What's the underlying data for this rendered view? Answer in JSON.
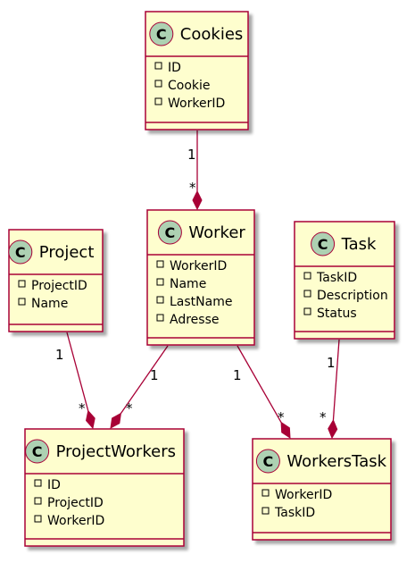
{
  "colors": {
    "box_fill": "#FEFECE",
    "border": "#A80036",
    "circle_fill": "#ADD1B2",
    "shadow": "#B0B0B0"
  },
  "classes": [
    {
      "name": "Cookies",
      "stereotype_letter": "C",
      "attributes": [
        "ID",
        "Cookie",
        "WorkerID"
      ]
    },
    {
      "name": "Project",
      "stereotype_letter": "C",
      "attributes": [
        "ProjectID",
        "Name"
      ]
    },
    {
      "name": "Worker",
      "stereotype_letter": "C",
      "attributes": [
        "WorkerID",
        "Name",
        "LastName",
        "Adresse"
      ]
    },
    {
      "name": "Task",
      "stereotype_letter": "C",
      "attributes": [
        "TaskID",
        "Description",
        "Status"
      ]
    },
    {
      "name": "ProjectWorkers",
      "stereotype_letter": "C",
      "attributes": [
        "ID",
        "ProjectID",
        "WorkerID"
      ]
    },
    {
      "name": "WorkersTask",
      "stereotype_letter": "C",
      "attributes": [
        "WorkerID",
        "TaskID"
      ]
    }
  ],
  "relations": [
    {
      "from": "Cookies",
      "to": "Worker",
      "from_mult": "1",
      "to_mult": "*",
      "type": "composition"
    },
    {
      "from": "Project",
      "to": "ProjectWorkers",
      "from_mult": "1",
      "to_mult": "*",
      "type": "composition"
    },
    {
      "from": "Worker",
      "to": "ProjectWorkers",
      "from_mult": "1",
      "to_mult": "*",
      "type": "composition"
    },
    {
      "from": "Worker",
      "to": "WorkersTask",
      "from_mult": "1",
      "to_mult": "*",
      "type": "composition"
    },
    {
      "from": "Task",
      "to": "WorkersTask",
      "from_mult": "1",
      "to_mult": "*",
      "type": "composition"
    }
  ]
}
